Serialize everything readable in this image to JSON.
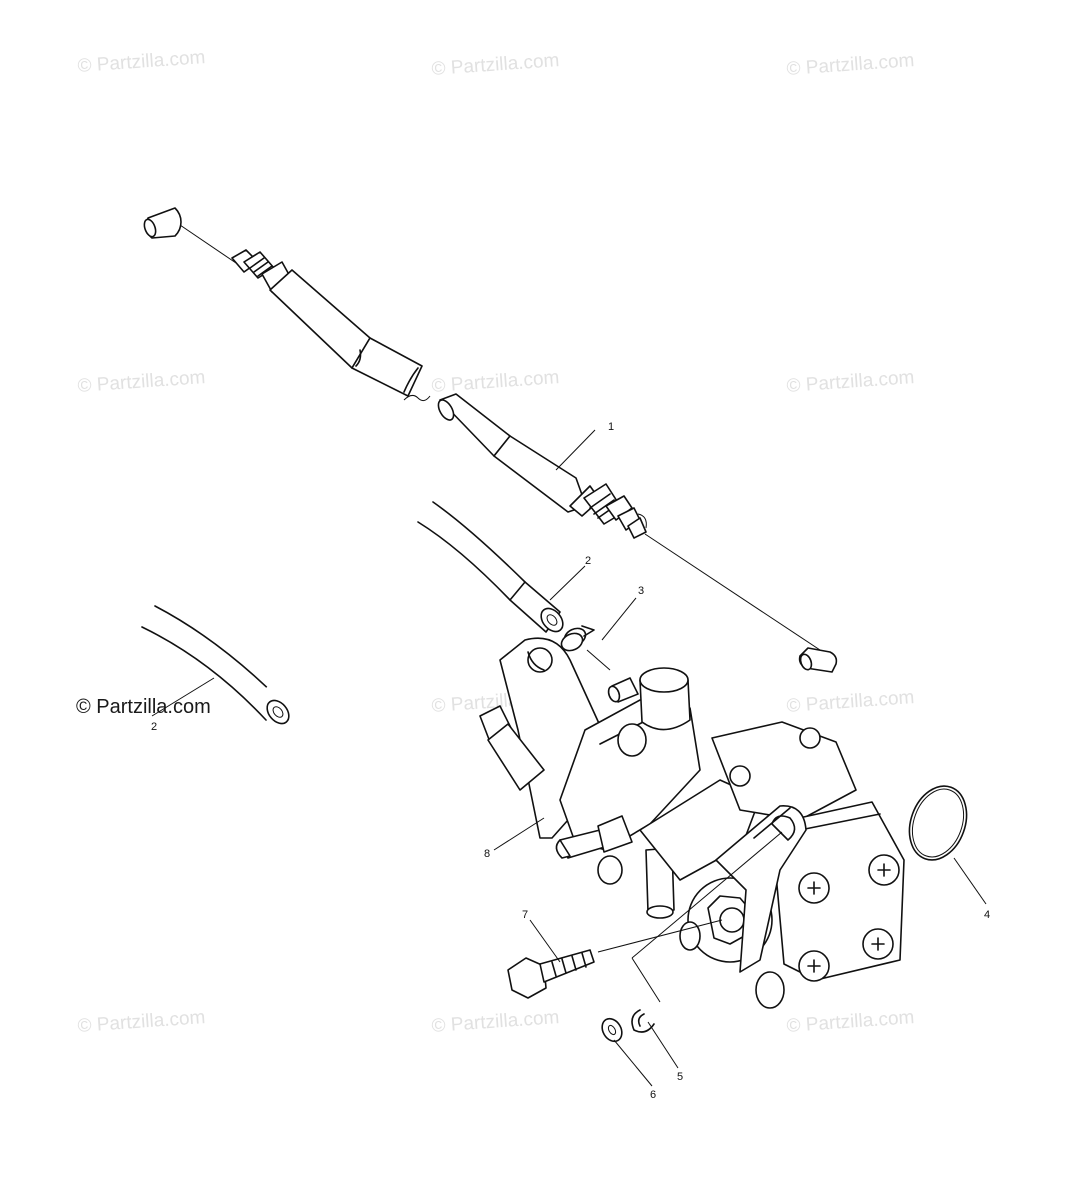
{
  "watermark": {
    "text": "© Partzilla.com",
    "color": "#e1e1e1",
    "bold_color": "#1a1a1a"
  },
  "callouts": {
    "c1": "1",
    "c2a": "2",
    "c2b": "2",
    "c3": "3",
    "c4": "4",
    "c5": "5",
    "c6": "6",
    "c7": "7",
    "c8": "8"
  },
  "icons": {
    "cable": "throttle-cable-drawing",
    "hose": "oil-hose-drawing",
    "pump": "oil-pump-drawing"
  }
}
